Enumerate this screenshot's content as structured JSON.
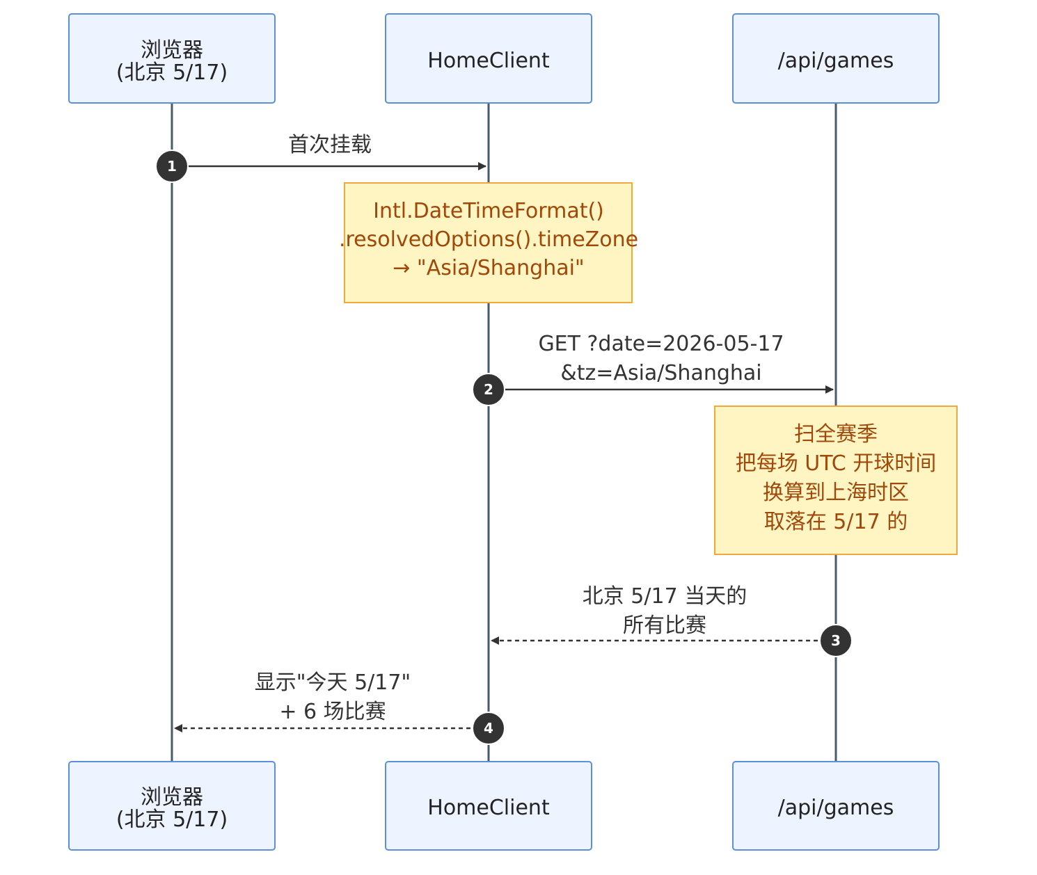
{
  "participants": [
    {
      "id": "browser",
      "lines": [
        "浏览器",
        "(北京 5/17)"
      ]
    },
    {
      "id": "homeclient",
      "lines": [
        "HomeClient"
      ]
    },
    {
      "id": "api",
      "lines": [
        "/api/games"
      ]
    }
  ],
  "notes": [
    {
      "over": "homeclient",
      "lines": [
        "Intl.DateTimeFormat()",
        ".resolvedOptions().timeZone",
        "→ \"Asia/Shanghai\""
      ]
    },
    {
      "over": "api",
      "lines": [
        "扫全赛季",
        "把每场 UTC 开球时间",
        "换算到上海时区",
        "取落在 5/17 的"
      ]
    }
  ],
  "messages": [
    {
      "num": "1",
      "from": "browser",
      "to": "homeclient",
      "style": "solid",
      "lines": [
        "首次挂载"
      ]
    },
    {
      "num": "2",
      "from": "homeclient",
      "to": "api",
      "style": "solid",
      "lines": [
        "GET ?date=2026-05-17",
        "&tz=Asia/Shanghai"
      ]
    },
    {
      "num": "3",
      "from": "api",
      "to": "homeclient",
      "style": "dashed",
      "lines": [
        "北京 5/17 当天的",
        "所有比赛"
      ]
    },
    {
      "num": "4",
      "from": "homeclient",
      "to": "browser",
      "style": "dashed",
      "lines": [
        "显示\"今天 5/17\"",
        "+ 6 场比赛"
      ]
    }
  ],
  "colors": {
    "actor_fill": "#eef4ff",
    "actor_stroke": "#5b8fd6",
    "note_fill": "#fff5c2",
    "note_stroke": "#f2a93b",
    "note_text": "#a0480a",
    "lifeline": "#495a6b",
    "arrow": "#333333"
  }
}
